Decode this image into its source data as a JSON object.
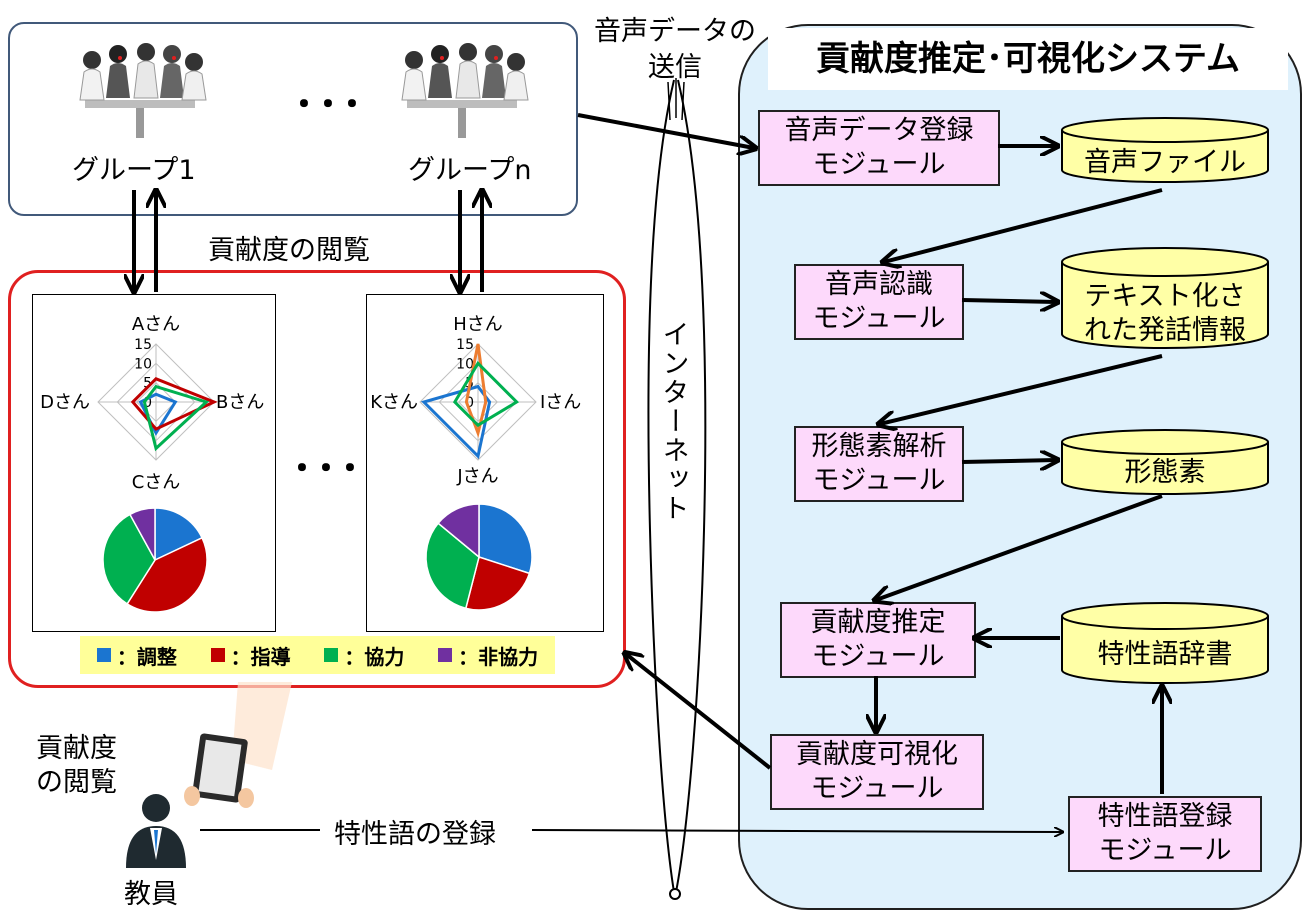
{
  "system": {
    "title": "貢献度推定･可視化システム"
  },
  "groups": {
    "group1": "グループ1",
    "groupn": "グループn",
    "ellipsis": "･･･"
  },
  "labels": {
    "audio_send": "音声データの\n送信",
    "internet": "インターネット",
    "browse_top": "貢献度の閲覧",
    "browse_teacher": "貢献度\nの閲覧",
    "keyword_register": "特性語の登録",
    "teacher": "教員",
    "chart_ellipsis": "･･･"
  },
  "modules": {
    "audio_register": "音声データ登録\nモジュール",
    "speech_recognition": "音声認識\nモジュール",
    "morph_analysis": "形態素解析\nモジュール",
    "contribution_estimate": "貢献度推定\nモジュール",
    "contribution_visualize": "貢献度可視化\nモジュール",
    "keyword_register": "特性語登録\nモジュール"
  },
  "databases": {
    "audio_file": "音声ファイル",
    "text_info": "テキスト化さ\nれた発話情報",
    "morpheme": "形態素",
    "keyword_dict": "特性語辞書"
  },
  "legend": [
    {
      "label": "調整",
      "prefix": "■：",
      "color": "#1b75d0"
    },
    {
      "label": "指導",
      "prefix": "■：",
      "color": "#c00000"
    },
    {
      "label": "協力",
      "prefix": "■：",
      "color": "#00b050"
    },
    {
      "label": "非協力",
      "prefix": "■：",
      "color": "#7030a0"
    }
  ],
  "chart_data": [
    {
      "type": "radar",
      "axes": [
        "Aさん",
        "Bさん",
        "Cさん",
        "Dさん"
      ],
      "ticks": [
        "0",
        "5",
        "10",
        "15"
      ],
      "rmax": 15,
      "series": [
        {
          "color": "#1b75d0",
          "values": [
            2,
            5,
            8,
            4
          ]
        },
        {
          "color": "#c00000",
          "values": [
            6,
            15,
            7,
            6
          ]
        },
        {
          "color": "#00b050",
          "values": [
            4,
            13,
            12,
            3
          ]
        }
      ]
    },
    {
      "type": "pie",
      "slices": [
        {
          "color": "#1b75d0",
          "value": 18
        },
        {
          "color": "#c00000",
          "value": 41
        },
        {
          "color": "#00b050",
          "value": 33
        },
        {
          "color": "#7030a0",
          "value": 8
        }
      ]
    },
    {
      "type": "radar",
      "axes": [
        "Hさん",
        "Iさん",
        "Jさん",
        "Kさん"
      ],
      "ticks": [
        "0",
        "5",
        "10",
        "15"
      ],
      "rmax": 15,
      "series": [
        {
          "color": "#1b75d0",
          "values": [
            4,
            3,
            14,
            14
          ]
        },
        {
          "color": "#ed7d31",
          "values": [
            15,
            2,
            8,
            3
          ]
        },
        {
          "color": "#00b050",
          "values": [
            10,
            10,
            6,
            6
          ]
        }
      ]
    },
    {
      "type": "pie",
      "slices": [
        {
          "color": "#1b75d0",
          "value": 30
        },
        {
          "color": "#c00000",
          "value": 24
        },
        {
          "color": "#00b050",
          "value": 32
        },
        {
          "color": "#7030a0",
          "value": 14
        }
      ]
    }
  ]
}
